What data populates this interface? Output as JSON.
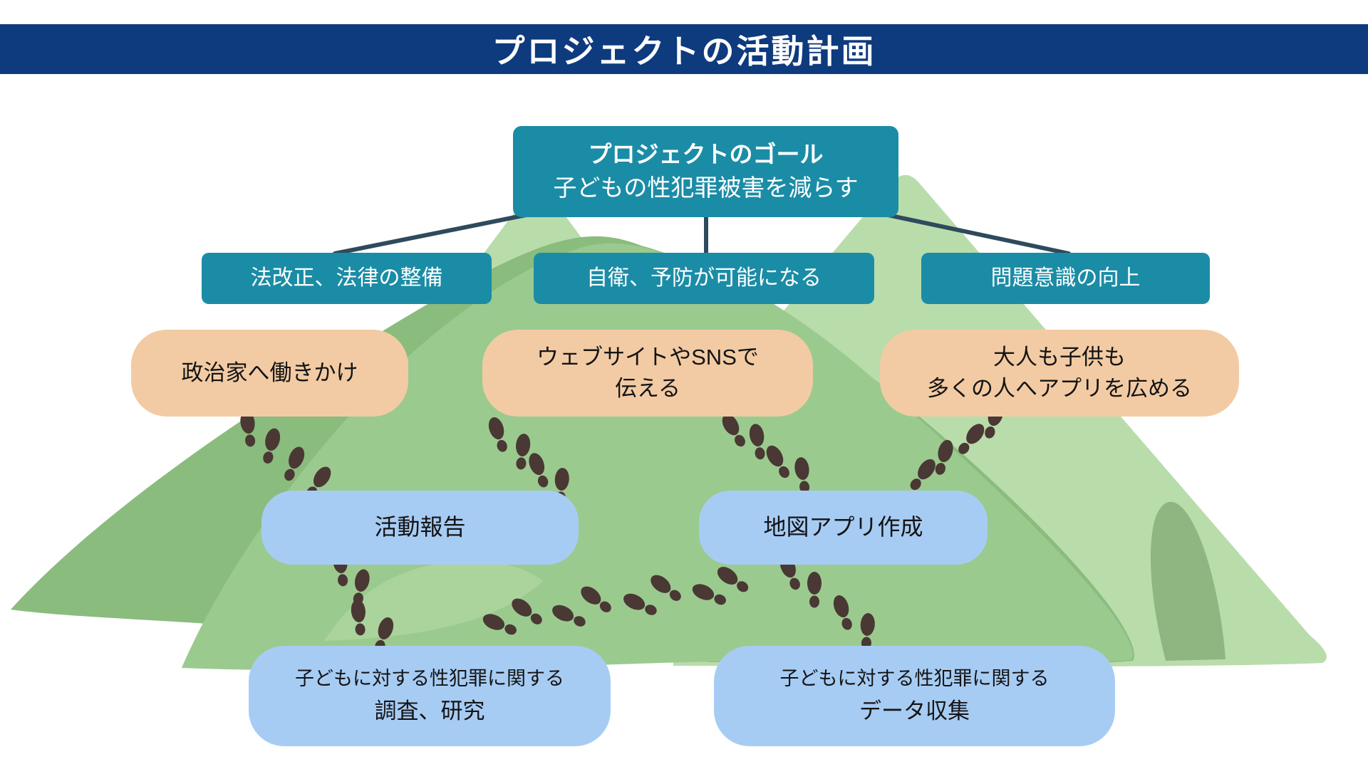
{
  "title": "プロジェクトの活動計画",
  "goal": {
    "heading": "プロジェクトのゴール",
    "text": "子どもの性犯罪被害を減らす"
  },
  "outcomes": [
    {
      "label": "法改正、法律の整備"
    },
    {
      "label": "自衛、予防が可能になる"
    },
    {
      "label": "問題意識の向上"
    }
  ],
  "actions": [
    {
      "line1": "政治家へ働きかけ",
      "line2": ""
    },
    {
      "line1": "ウェブサイトやSNSで",
      "line2": "伝える"
    },
    {
      "line1": "大人も子供も",
      "line2": "多くの人へアプリを広める"
    }
  ],
  "mid_tasks": [
    {
      "label": "活動報告"
    },
    {
      "label": "地図アプリ作成"
    }
  ],
  "base_tasks": [
    {
      "line1": "子どもに対する性犯罪に関する",
      "line2": "調査、研究"
    },
    {
      "line1": "子どもに対する性犯罪に関する",
      "line2": "データ収集"
    }
  ],
  "colors": {
    "navy": "#0e3a7e",
    "teal": "#1b8ca6",
    "peach": "#f2cba4",
    "blue": "#a7ccf4",
    "g_back": "#b9dcab",
    "g_dark": "#8abc7e",
    "g_main": "#9bca8f",
    "g_patch": "#8fb680",
    "g_wedge": "#aad49c",
    "brown": "#4a3834",
    "line": "#2e4a5c"
  },
  "footprint_trails": [
    {
      "name": "politician-to-activity-report",
      "steps": [
        [
          349,
          604,
          -8
        ],
        [
          380,
          628,
          14
        ],
        [
          412,
          653,
          22
        ],
        [
          446,
          679,
          34
        ]
      ]
    },
    {
      "name": "website-to-activity-report",
      "steps": [
        [
          700,
          612,
          -18
        ],
        [
          733,
          636,
          6
        ],
        [
          757,
          662,
          -20
        ],
        [
          788,
          684,
          4
        ]
      ]
    },
    {
      "name": "activity-report-to-research",
      "steps": [
        [
          479,
          800,
          -8
        ],
        [
          506,
          826,
          12
        ],
        [
          504,
          869,
          -6
        ],
        [
          538,
          893,
          18
        ]
      ]
    },
    {
      "name": "data-collection-to-activity-report",
      "steps": [
        [
          703,
          878,
          -66
        ],
        [
          741,
          860,
          -52
        ],
        [
          800,
          866,
          -64
        ],
        [
          838,
          843,
          -52
        ],
        [
          900,
          850,
          -64
        ],
        [
          936,
          827,
          -52
        ],
        [
          997,
          836,
          -66
        ],
        [
          1030,
          815,
          -54
        ]
      ]
    },
    {
      "name": "data-collection-to-map-app",
      "steps": [
        [
          1110,
          806,
          -22
        ],
        [
          1143,
          830,
          0
        ],
        [
          1184,
          862,
          -18
        ],
        [
          1217,
          888,
          4
        ]
      ]
    },
    {
      "name": "website-to-map-app",
      "steps": [
        [
          1031,
          606,
          -30
        ],
        [
          1064,
          622,
          -10
        ],
        [
          1093,
          650,
          -30
        ],
        [
          1127,
          669,
          -8
        ]
      ]
    },
    {
      "name": "spread-app-to-map-app",
      "steps": [
        [
          1294,
          668,
          36
        ],
        [
          1324,
          644,
          16
        ],
        [
          1362,
          618,
          38
        ],
        [
          1394,
          593,
          18
        ]
      ]
    }
  ]
}
